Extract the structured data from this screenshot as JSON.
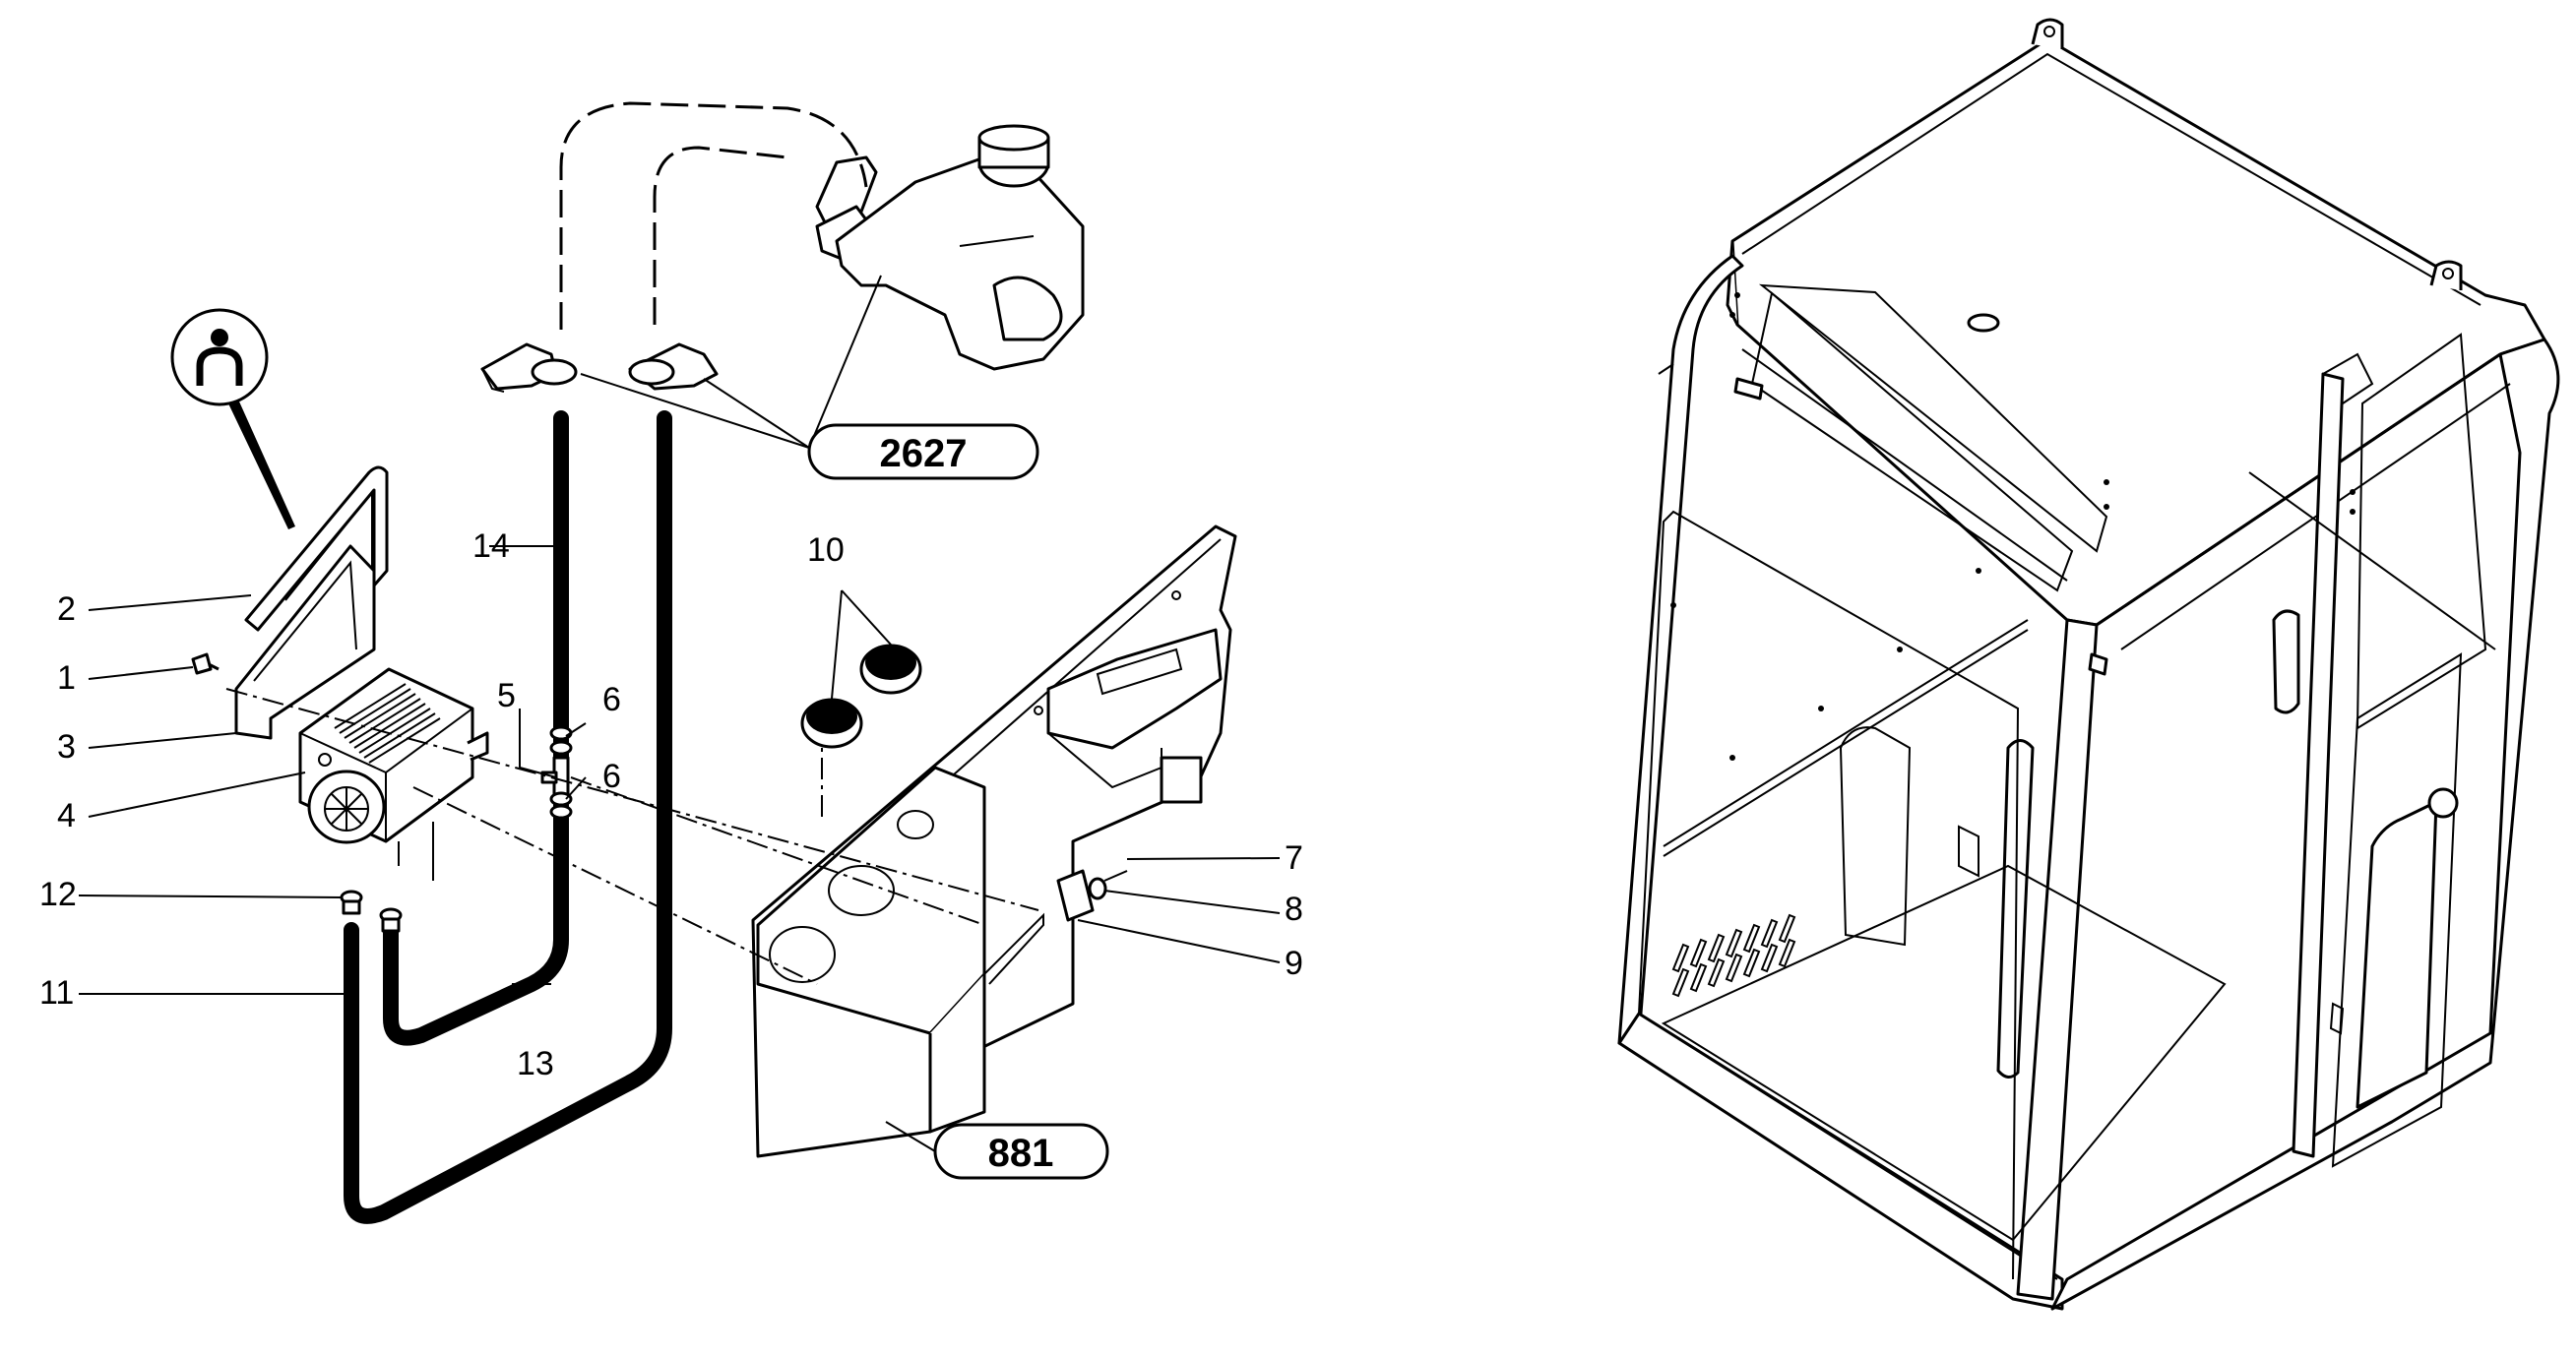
{
  "diagram": {
    "callouts": [
      {
        "id": "1",
        "text": "1"
      },
      {
        "id": "2",
        "text": "2"
      },
      {
        "id": "3",
        "text": "3"
      },
      {
        "id": "4",
        "text": "4"
      },
      {
        "id": "5",
        "text": "5"
      },
      {
        "id": "6a",
        "text": "6"
      },
      {
        "id": "6b",
        "text": "6"
      },
      {
        "id": "7",
        "text": "7"
      },
      {
        "id": "8",
        "text": "8"
      },
      {
        "id": "9",
        "text": "9"
      },
      {
        "id": "10",
        "text": "10"
      },
      {
        "id": "11",
        "text": "11"
      },
      {
        "id": "12",
        "text": "12"
      },
      {
        "id": "13",
        "text": "13"
      },
      {
        "id": "14",
        "text": "14"
      }
    ],
    "references": [
      {
        "id": "ref-2627",
        "text": "2627"
      },
      {
        "id": "ref-881",
        "text": "881"
      }
    ],
    "icons": [
      "magnet-symbol-icon"
    ]
  }
}
